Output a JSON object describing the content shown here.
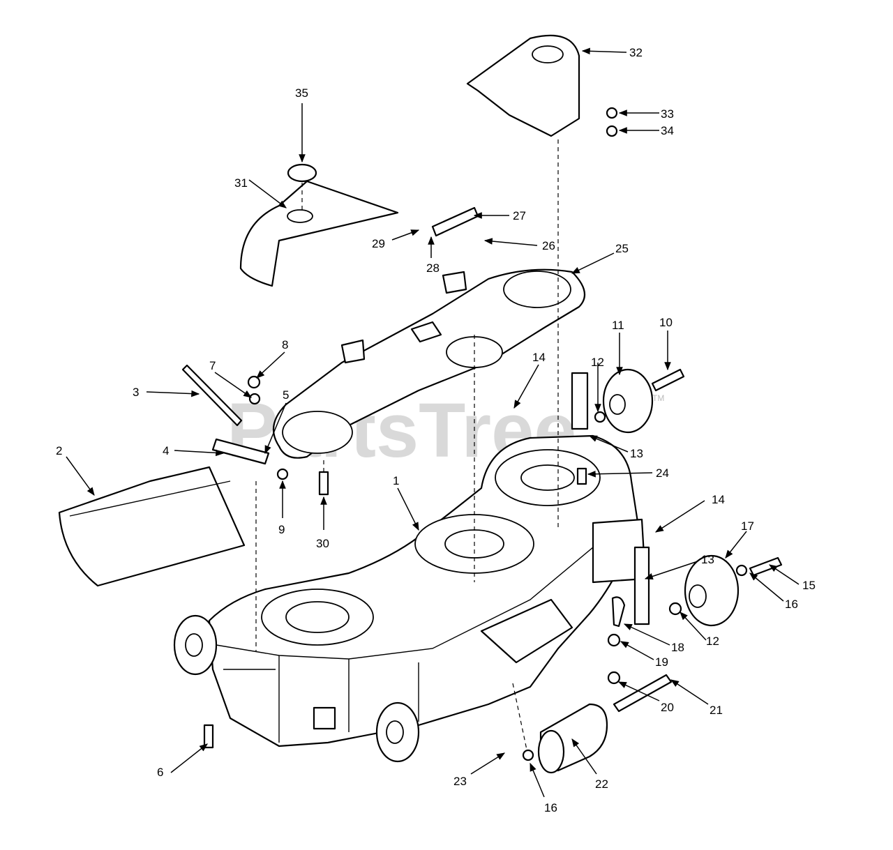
{
  "watermark": {
    "text": "PartsTree",
    "tm": "TM"
  },
  "callouts": [
    "1",
    "2",
    "3",
    "4",
    "5",
    "6",
    "7",
    "8",
    "9",
    "10",
    "11",
    "12",
    "13",
    "14",
    "14",
    "12",
    "13",
    "15",
    "16",
    "17",
    "18",
    "19",
    "20",
    "21",
    "22",
    "23",
    "16",
    "24",
    "25",
    "26",
    "27",
    "28",
    "29",
    "30",
    "31",
    "32",
    "33",
    "34",
    "35"
  ]
}
